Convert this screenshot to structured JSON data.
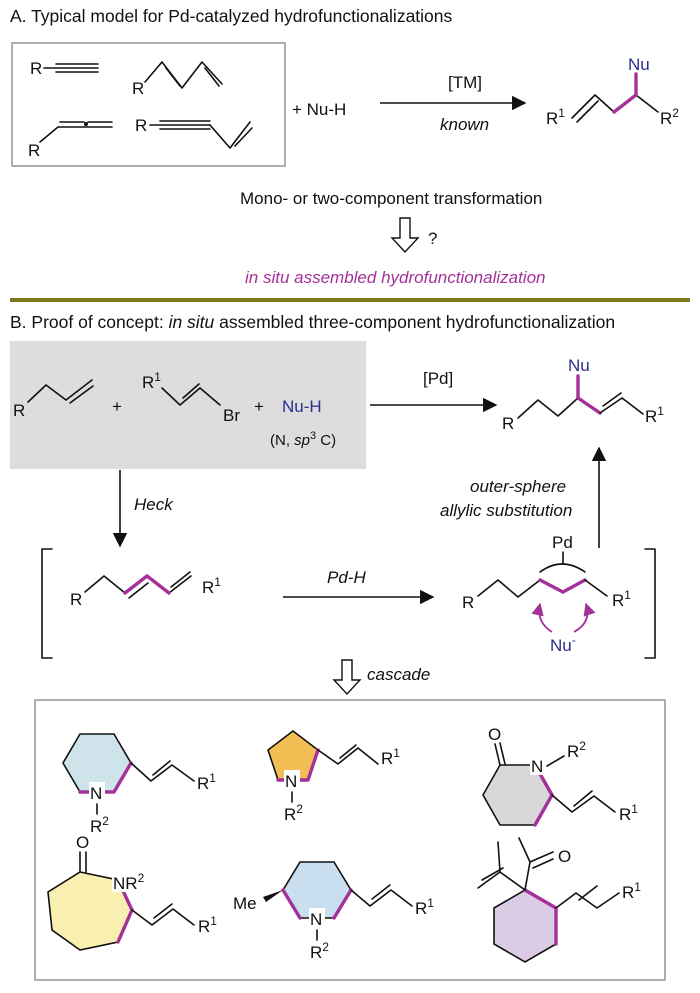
{
  "section_a": {
    "header": "A. Typical model for Pd-catalyzed hydrofunctionalizations",
    "substrate_labels": [
      "R",
      "R",
      "R",
      "R"
    ],
    "reagent": "+ Nu-H",
    "arrow_top": "[TM]",
    "arrow_bottom": "known",
    "product": {
      "nu": "Nu",
      "r1": "R",
      "r1_sup": "1",
      "r2": "R",
      "r2_sup": "2"
    },
    "caption": "Mono- or two-component transformation",
    "question": "?",
    "new_concept": "in situ assembled hydrofunctionalization"
  },
  "section_b": {
    "header_pre": "B. Proof of concept: ",
    "header_it": "in situ",
    "header_post": " assembled three-component hydrofunctionalization",
    "reactant_r": "R",
    "plus": "+",
    "vinyl_r": "R",
    "vinyl_sup": "1",
    "vinyl_br": "Br",
    "nu_h": "Nu-H",
    "nu_scope_pre": "(N, ",
    "nu_scope_it": "sp",
    "nu_scope_sup": "3",
    "nu_scope_post": " C)",
    "pd_label": "[Pd]",
    "product": {
      "nu": "Nu",
      "r": "R",
      "r1": "R",
      "r1_sup": "1"
    },
    "heck": "Heck",
    "diene": {
      "r": "R",
      "r1": "R",
      "r1_sup": "1"
    },
    "pd_h": "Pd-H",
    "pi_allyl": {
      "pd": "Pd",
      "r": "R",
      "r1": "R",
      "r1_sup": "1",
      "nu": "Nu",
      "nu_sup": "-"
    },
    "outer_line1": "outer-sphere",
    "outer_line2": "allylic substitution",
    "cascade": "cascade"
  },
  "products": {
    "p1": {
      "n": "N",
      "r2": "R",
      "r2_sup": "2",
      "r1": "R",
      "r1_sup": "1"
    },
    "p2": {
      "n": "N",
      "r2": "R",
      "r2_sup": "2",
      "r1": "R",
      "r1_sup": "1"
    },
    "p3": {
      "o": "O",
      "n": "N",
      "r2": "R",
      "r2_sup": "2",
      "r1": "R",
      "r1_sup": "1"
    },
    "p4": {
      "o": "O",
      "n": "N",
      "r2": "R",
      "r2_sup": "2",
      "r1": "R",
      "r1_sup": "1"
    },
    "p5": {
      "me": "Me",
      "n": "N",
      "r2": "R",
      "r2_sup": "2",
      "r1": "R",
      "r1_sup": "1"
    },
    "p6": {
      "o": "O",
      "r1": "R",
      "r1_sup": "1"
    }
  },
  "colors": {
    "purple": "#a4309a",
    "navy": "#2b2e8c",
    "olive_divider": "#7d7a1c",
    "gray_panel": "#dddddd",
    "ring_cyan": "#cfe3ea",
    "ring_orange": "#f3bf55",
    "ring_gray": "#d8d8d8",
    "ring_yellow": "#f8efb0",
    "ring_blue": "#c9dff0",
    "ring_lilac": "#dccbe4"
  }
}
